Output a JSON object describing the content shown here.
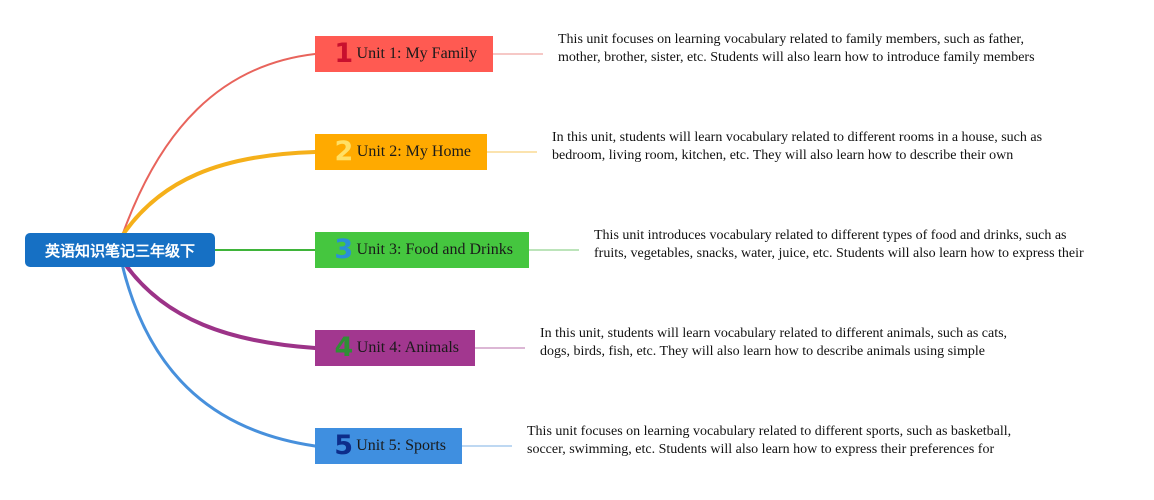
{
  "root": {
    "label": "英语知识笔记三年级下"
  },
  "units": [
    {
      "number": "1",
      "title": "Unit 1: My Family",
      "box_color": "#ff5a52",
      "number_color": "#c8102e",
      "line_color": "#e8645c",
      "note": "This unit focuses on learning vocabulary related to family members, such as father, mother, brother, sister, etc. Students will also learn how to introduce family members using simple sentences."
    },
    {
      "number": "2",
      "title": "Unit 2: My Home",
      "box_color": "#ffaa00",
      "number_color": "#ffe066",
      "line_color": "#f5b01a",
      "note": "In this unit, students will learn vocabulary related to different rooms in a house, such as bedroom, living room, kitchen, etc. They will also learn how to describe their own homes using simple sentences."
    },
    {
      "number": "3",
      "title": "Unit 3: Food and Drinks",
      "box_color": "#45c63f",
      "number_color": "#2a8fd6",
      "line_color": "#3fb43a",
      "note": "This unit introduces vocabulary related to different types of food and drinks, such as fruits, vegetables, snacks, water, juice, etc. Students will also learn how to express their likes and dislikes for different types of food and drinks."
    },
    {
      "number": "4",
      "title": "Unit 4: Animals",
      "box_color": "#a2378f",
      "number_color": "#2f8f35",
      "line_color": "#9c3388",
      "note": "In this unit, students will learn vocabulary related to different animals, such as cats, dogs, birds, fish, etc. They will also learn how to describe animals using simple adjectives and sentences."
    },
    {
      "number": "5",
      "title": "Unit 5: Sports",
      "box_color": "#3f8fe0",
      "number_color": "#0d2d8a",
      "line_color": "#4790dc",
      "note": "This unit focuses on learning vocabulary related to different sports, such as basketball, soccer, swimming, etc. Students will also learn how to express their preferences for different sports and describe sports activities."
    }
  ]
}
